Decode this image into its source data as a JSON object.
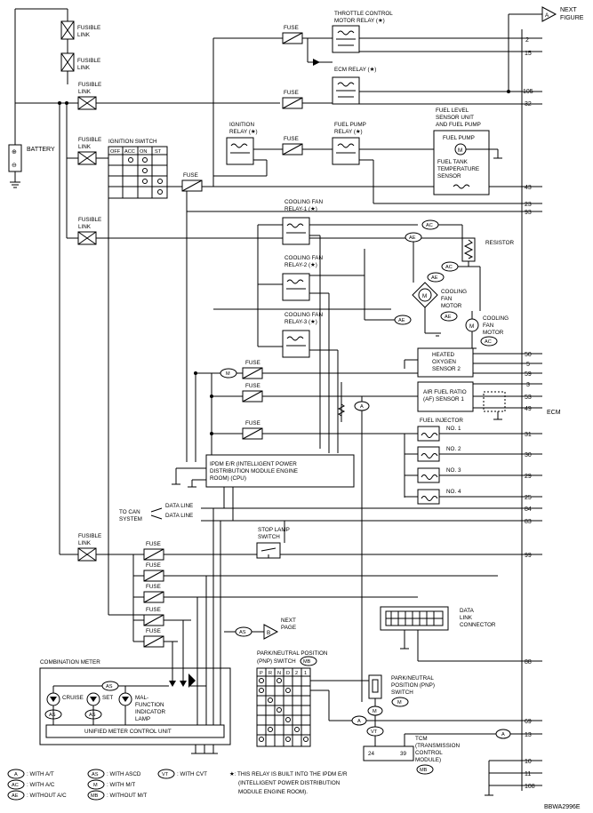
{
  "figure_code": "BBWA2996E",
  "next_figure": {
    "tag": "A",
    "label1": "NEXT",
    "label2": "FIGURE"
  },
  "next_page": {
    "tag": "B",
    "label1": "NEXT",
    "label2": "PAGE",
    "condition": "AS"
  },
  "battery": {
    "label": "BATTERY"
  },
  "fusible_links": [
    {
      "l1": "FUSIBLE",
      "l2": "LINK"
    },
    {
      "l1": "FUSIBLE",
      "l2": "LINK"
    },
    {
      "l1": "FUSIBLE",
      "l2": "LINK"
    },
    {
      "l1": "FUSIBLE",
      "l2": "LINK"
    },
    {
      "l1": "FUSIBLE",
      "l2": "LINK"
    },
    {
      "l1": "FUSIBLE",
      "l2": "LINK"
    }
  ],
  "fuse_label": "FUSE",
  "ignition_switch": {
    "label": "IGNITION SWITCH",
    "positions": [
      "OFF",
      "ACC",
      "ON",
      "ST"
    ]
  },
  "relays": {
    "throttle": {
      "l1": "THROTTLE CONTROL",
      "l2": "MOTOR RELAY (★)"
    },
    "ecm": {
      "l1": "ECM RELAY (★)"
    },
    "ignition": {
      "l1": "IGNITION",
      "l2": "RELAY (★)"
    },
    "fuel_pump": {
      "l1": "FUEL PUMP",
      "l2": "RELAY (★)"
    },
    "fan1": {
      "l1": "COOLING FAN",
      "l2": "RELAY-1 (★)"
    },
    "fan2": {
      "l1": "COOLING FAN",
      "l2": "RELAY-2 (★)"
    },
    "fan3": {
      "l1": "COOLING FAN",
      "l2": "RELAY-3 (★)"
    }
  },
  "fuel_unit": {
    "l1": "FUEL LEVEL",
    "l2": "SENSOR UNIT",
    "l3": "AND FUEL PUMP",
    "pump": "FUEL PUMP",
    "t1": "FUEL TANK",
    "t2": "TEMPERATURE",
    "t3": "SENSOR"
  },
  "resistor": "RESISTOR",
  "fan_motor": {
    "l1": "COOLING",
    "l2": "FAN",
    "l3": "MOTOR"
  },
  "heated_o2": {
    "l1": "HEATED",
    "l2": "OXYGEN",
    "l3": "SENSOR 2"
  },
  "af_sensor": {
    "l1": "AIR FUEL RATIO",
    "l2": "(AF) SENSOR 1"
  },
  "fuel_injector": {
    "label": "FUEL INJECTOR",
    "nos": [
      "NO. 1",
      "NO. 2",
      "NO. 3",
      "NO. 4"
    ]
  },
  "ipdm": {
    "l1": "IPDM E/R (INTELLIGENT POWER",
    "l2": "DISTRIBUTION MODULE ENGINE",
    "l3": "ROOM) (CPU)"
  },
  "can": {
    "l1": "TO CAN",
    "l2": "SYSTEM",
    "data_line": "DATA LINE"
  },
  "stop_lamp": {
    "l1": "STOP LAMP",
    "l2": "SWITCH"
  },
  "dlc": {
    "l1": "DATA",
    "l2": "LINK",
    "l3": "CONNECTOR"
  },
  "pnp_matrix": {
    "l1": "PARK/NEUTRAL POSITION",
    "l2": "(PNP) SWITCH",
    "tag": "MB",
    "cols": [
      "P",
      "R",
      "N",
      "D",
      "2",
      "1"
    ]
  },
  "pnp_switch": {
    "l1": "PARK/NEUTRAL",
    "l2": "POSITION (PNP)",
    "l3": "SWITCH",
    "tag": "M"
  },
  "tcm": {
    "l1": "TCM",
    "l2": "(TRANSMISSION",
    "l3": "CONTROL",
    "l4": "MODULE)",
    "tag": "MB",
    "pin_a": "24",
    "pin_b": "39"
  },
  "combination_meter": {
    "label": "COMBINATION METER",
    "cruise": "CRUISE",
    "set": "SET",
    "mil1": "MAL-",
    "mil2": "FUNCTION",
    "mil3": "INDICATOR",
    "mil4": "LAMP",
    "unit": "UNIFIED METER CONTROL UNIT"
  },
  "ecm": {
    "label": "ECM",
    "pins": [
      "2",
      "15",
      "105",
      "32",
      "43",
      "23",
      "93",
      "50",
      "5",
      "59",
      "3",
      "53",
      "49",
      "31",
      "30",
      "29",
      "25",
      "84",
      "83",
      "99",
      "88",
      "69",
      "13",
      "10",
      "11",
      "108"
    ]
  },
  "tags": {
    "A": "A",
    "AC": "AC",
    "AE": "AE",
    "M": "M",
    "AS": "AS",
    "VT": "VT",
    "MB": "MB"
  },
  "legend": [
    {
      "tag": "A",
      "text": ": WITH A/T"
    },
    {
      "tag": "AC",
      "text": ": WITH A/C"
    },
    {
      "tag": "AE",
      "text": ": WITHOUT A/C"
    },
    {
      "tag": "AS",
      "text": ": WITH ASCD"
    },
    {
      "tag": "M",
      "text": ": WITH M/T"
    },
    {
      "tag": "MB",
      "text": ": WITHOUT M/T"
    },
    {
      "tag": "VT",
      "text": ": WITH CVT"
    }
  ],
  "footnote": {
    "l1": "★: THIS RELAY IS BUILT INTO THE IPDM E/R",
    "l2": "(INTELLIGENT POWER DISTRIBUTION",
    "l3": "MODULE ENGINE ROOM)."
  }
}
